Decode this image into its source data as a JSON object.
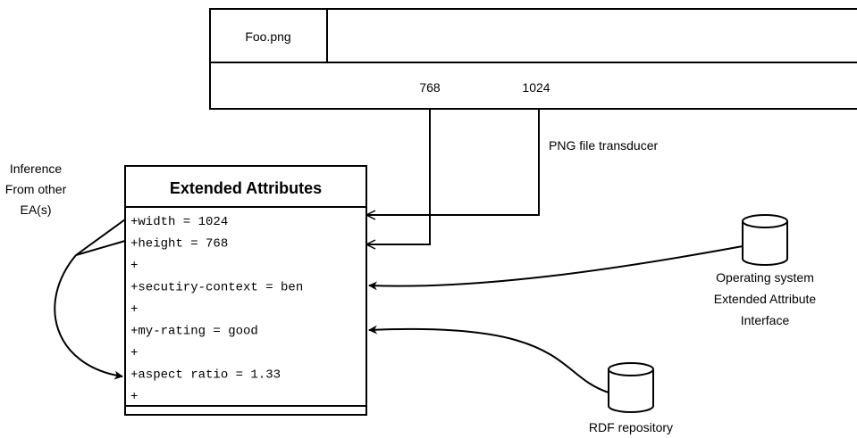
{
  "file": {
    "tab_label": "Foo.png",
    "height_value": "768",
    "width_value": "1024"
  },
  "transducer_label": "PNG file transducer",
  "inference_note": [
    "Inference",
    "From other",
    "EA(s)"
  ],
  "attributes_box": {
    "title": "Extended Attributes",
    "rows": [
      "+width = 1024",
      "+height = 768",
      "+",
      "+secutiry-context = ben",
      "+",
      "+my-rating = good",
      "+",
      "+aspect ratio = 1.33",
      "+"
    ]
  },
  "os_interface": {
    "icon": "database-cylinder-icon",
    "label_lines": [
      "Operating system",
      "Extended Attribute",
      "Interface"
    ]
  },
  "rdf_repository": {
    "icon": "database-cylinder-icon",
    "label": "RDF repository"
  }
}
